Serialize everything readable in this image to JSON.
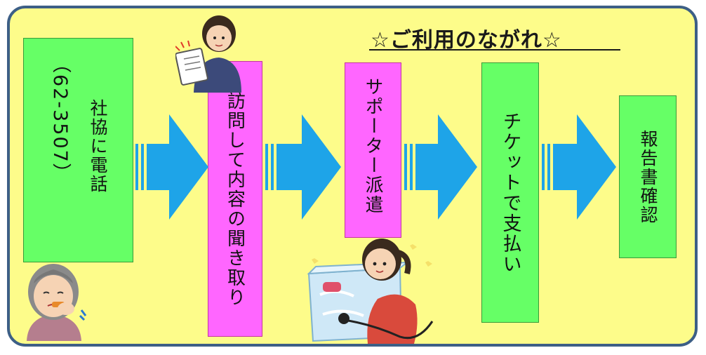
{
  "title": "☆ご利用のながれ☆",
  "steps": [
    {
      "label": "社協に電話",
      "phone": "（62‐3507）"
    },
    {
      "label": "訪問して内容の聞き取り"
    },
    {
      "label": "サポーター派遣"
    },
    {
      "label": "チケットで支払い"
    },
    {
      "label": "報告書確認"
    }
  ],
  "colors": {
    "background": "#fdfc8a",
    "border": "#3d5f86",
    "green_box": "#66ff66",
    "pink_box": "#ff66ff",
    "arrow": "#1ea4e8"
  },
  "icons": [
    "elderly-woman-phone-illustration",
    "staff-with-clipboard-illustration",
    "woman-cleaning-bathtub-illustration",
    "right-arrow-icon"
  ]
}
